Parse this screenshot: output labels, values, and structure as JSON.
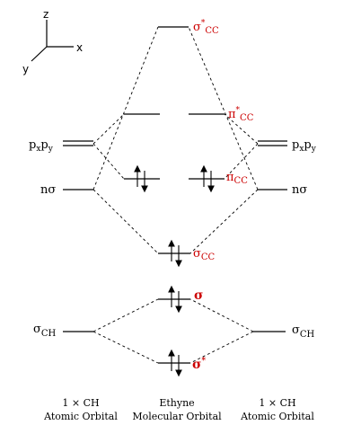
{
  "axes": {
    "z": "z",
    "x": "x",
    "y": "y"
  },
  "left_labels": {
    "pxpy": {
      "main": "p",
      "sub1": "x",
      "mid": "p",
      "sub2": "y"
    },
    "nsigma": {
      "main": "n",
      "greek": "σ"
    },
    "sigma_ch": {
      "greek": "σ",
      "sub": "CH"
    }
  },
  "right_labels": {
    "pxpy": {
      "main": "p",
      "sub1": "x",
      "mid": "p",
      "sub2": "y"
    },
    "nsigma": {
      "main": "n",
      "greek": "σ"
    },
    "sigma_ch": {
      "greek": "σ",
      "sub": "CH"
    }
  },
  "mo_labels": {
    "sigma_star_cc": {
      "greek": "σ",
      "sup": "*",
      "sub": "CC"
    },
    "pi_star_cc": {
      "greek": "π",
      "sup": "*",
      "sub": "CC"
    },
    "pi_cc": {
      "greek": "π",
      "sub": "CC"
    },
    "sigma_cc": {
      "greek": "σ",
      "sub": "CC"
    },
    "sigma_upper": {
      "greek": "σ"
    },
    "sigma_lower": {
      "greek": "σ",
      "sup": "*"
    }
  },
  "captions": {
    "left": {
      "line1": "1 × CH",
      "line2": "Atomic Orbital"
    },
    "center": {
      "line1": "Ethyne",
      "line2": "Molecular Orbital"
    },
    "right": {
      "line1": "1 × CH",
      "line2": "Atomic Orbital"
    }
  },
  "colors": {
    "label_red": "#cc0000",
    "ink": "#000000"
  }
}
